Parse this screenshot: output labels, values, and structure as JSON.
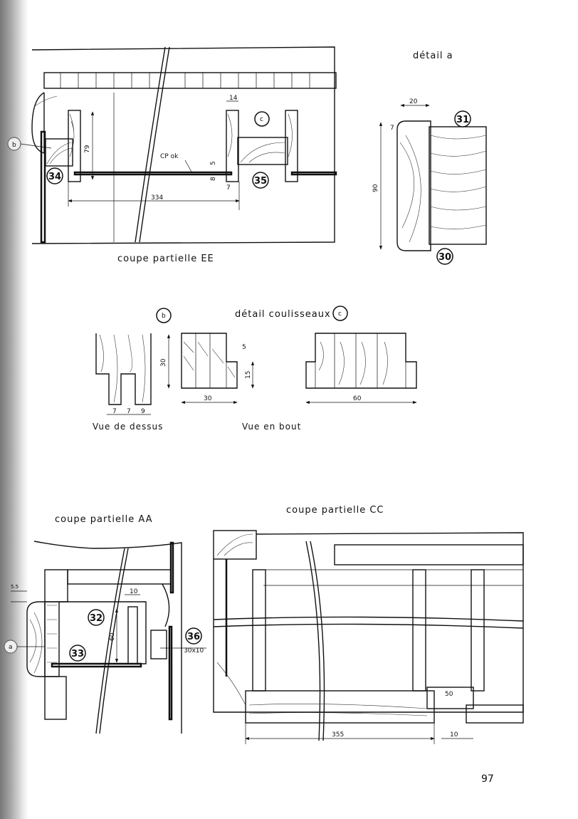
{
  "page_number": "97",
  "detail_a": {
    "title": "détail a",
    "dims": {
      "width": "20",
      "offset": "7",
      "height": "90"
    },
    "parts": [
      "31",
      "30"
    ]
  },
  "coupe_ee": {
    "title": "coupe partielle EE",
    "callouts": {
      "detail_b": "b",
      "detail_c": "c"
    },
    "parts": [
      "34",
      "35"
    ],
    "label_cp": "CP ok",
    "dims": {
      "height": "79",
      "groove": "5",
      "panel": "8",
      "offset": "7",
      "length": "334",
      "width": "14"
    }
  },
  "detail_coulisseaux": {
    "title": "détail coulisseaux",
    "callouts": {
      "b": "b",
      "c": "c"
    },
    "dims_top_view": [
      "7",
      "7",
      "9"
    ],
    "dims_end_b": {
      "height": "30",
      "step": "5",
      "rebate": "15",
      "width": "30"
    },
    "dims_end_c": {
      "width": "60"
    },
    "label_top_view": "Vue de dessus",
    "label_end_view": "Vue en bout"
  },
  "coupe_aa": {
    "title": "coupe partielle AA",
    "callout": "a",
    "parts": [
      "32",
      "33",
      "36"
    ],
    "dims": {
      "offset": "5.5",
      "thickness": "10",
      "height": "60"
    },
    "section_label": "30x10"
  },
  "coupe_cc": {
    "title": "coupe partielle CC",
    "dims": {
      "length": "355",
      "width": "50",
      "offset": "10"
    }
  }
}
